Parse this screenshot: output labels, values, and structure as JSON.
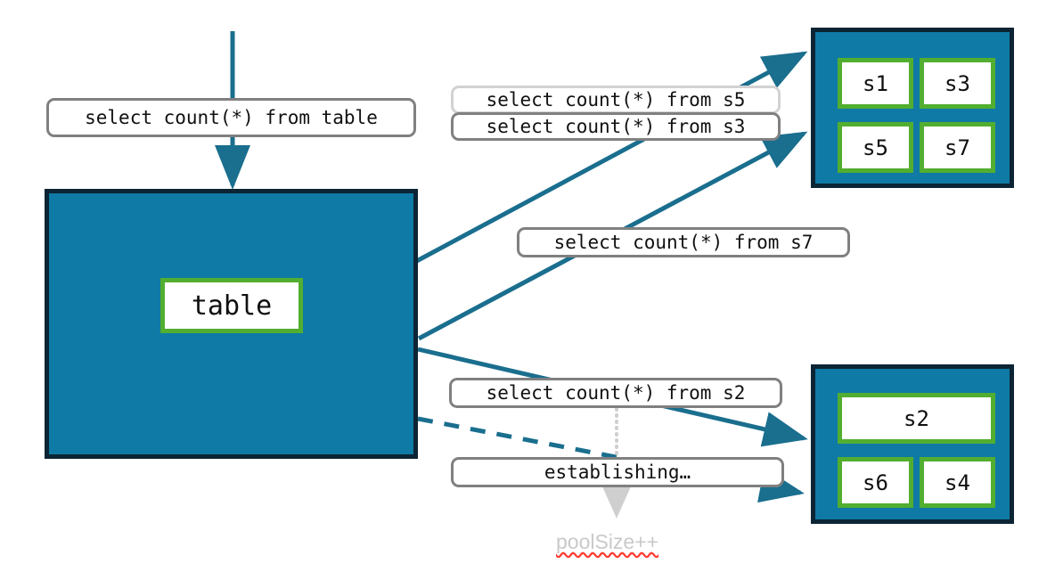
{
  "diagram": {
    "title": "connection-pool-query-diagram",
    "colors": {
      "pool_fill": "#0f7aa5",
      "pool_border": "#0c2433",
      "chip_border": "#52ae30",
      "chip_fill": "#ffffff",
      "connector": "#1a6e8e",
      "label_border": "#808080",
      "label_border_light": "#d2d2d2",
      "annotation_text": "#c9c9c9",
      "spellcheck_underline": "#ff3b30"
    }
  },
  "client": {
    "query_label": "select count(*) from table",
    "table_node_label": "table"
  },
  "messages": [
    {
      "id": "msg-s5",
      "text": "select count(*) from s5",
      "style": "light"
    },
    {
      "id": "msg-s3",
      "text": "select count(*) from s3",
      "style": "normal"
    },
    {
      "id": "msg-s7",
      "text": "select count(*) from s7",
      "style": "normal"
    },
    {
      "id": "msg-s2",
      "text": "select count(*) from s2",
      "style": "normal"
    },
    {
      "id": "msg-establishing",
      "text": "establishing…",
      "style": "normal"
    }
  ],
  "annotation": {
    "pool_size_text": "poolSize++"
  },
  "pools": [
    {
      "id": "pool-top",
      "servers": [
        {
          "label": "s1"
        },
        {
          "label": "s3"
        },
        {
          "label": "s5"
        },
        {
          "label": "s7"
        }
      ]
    },
    {
      "id": "pool-bottom",
      "servers": [
        {
          "label": "s2"
        },
        {
          "label": "s6"
        },
        {
          "label": "s4"
        }
      ]
    }
  ]
}
